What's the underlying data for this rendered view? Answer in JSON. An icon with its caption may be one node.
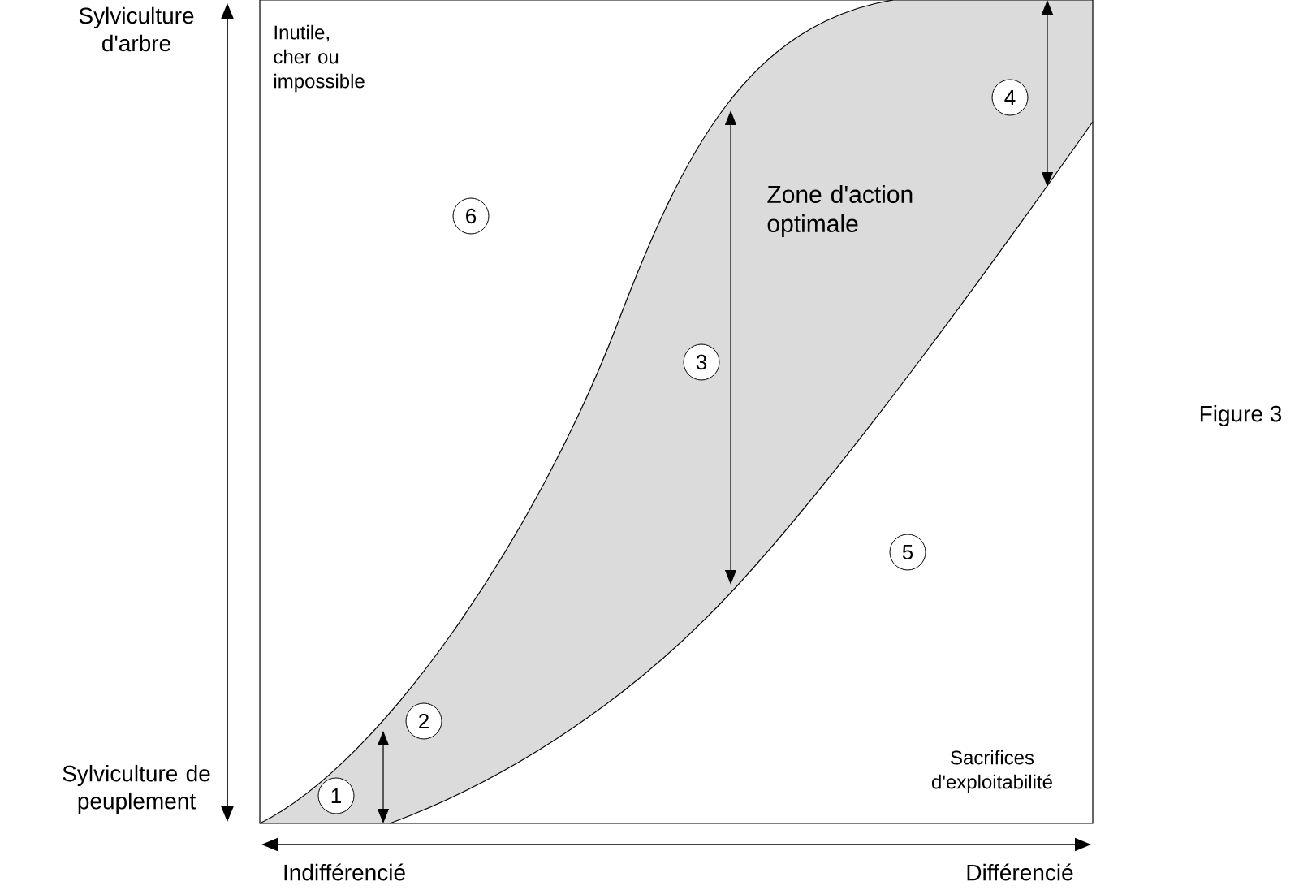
{
  "diagram": {
    "caption": "Figure 3",
    "nodes": [
      {
        "text": [
          "1"
        ]
      },
      {
        "text": [
          "2"
        ]
      },
      {
        "text": [
          "3"
        ]
      },
      {
        "text": [
          "4"
        ]
      },
      {
        "text": [
          "5"
        ]
      },
      {
        "text": [
          "6"
        ]
      }
    ],
    "labels": [
      "Sylviculture d'arbre",
      "Inutile, cher ou impossible",
      "Zone d'action optimale",
      "Sylviculture de peuplement",
      "Sacrifices d'exploitabilité",
      "Indifférencié",
      "Différencié"
    ]
  }
}
